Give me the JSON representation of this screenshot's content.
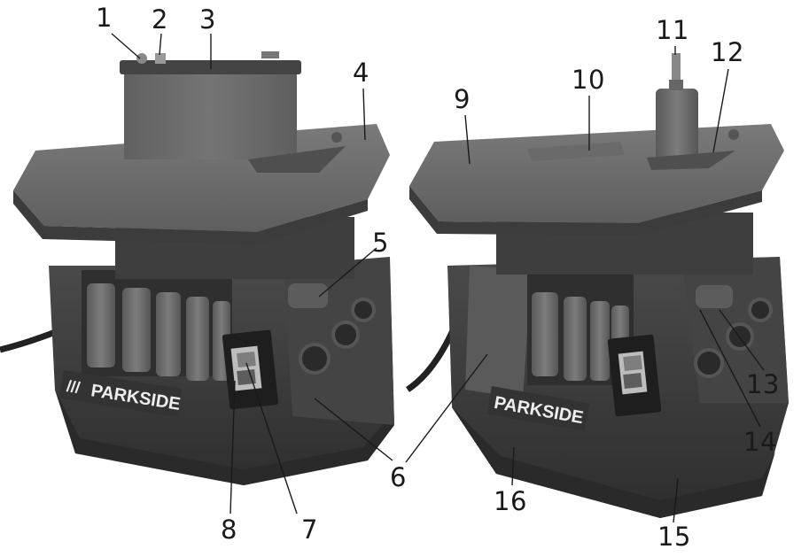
{
  "figure": {
    "brand_text": "PARKSIDE",
    "brand_stripes": "///",
    "callouts": [
      "1",
      "2",
      "3",
      "4",
      "5",
      "6",
      "7",
      "8",
      "9",
      "10",
      "11",
      "12",
      "13",
      "14",
      "15",
      "16"
    ],
    "colors": {
      "background": "#ffffff",
      "table_top": "#6f6f6f",
      "table_edge": "#3c3c3c",
      "body_dark": "#3a3a3a",
      "body_mid": "#555555",
      "sleeve": "#6a6a6a",
      "ink": "#1a1a1a"
    }
  }
}
